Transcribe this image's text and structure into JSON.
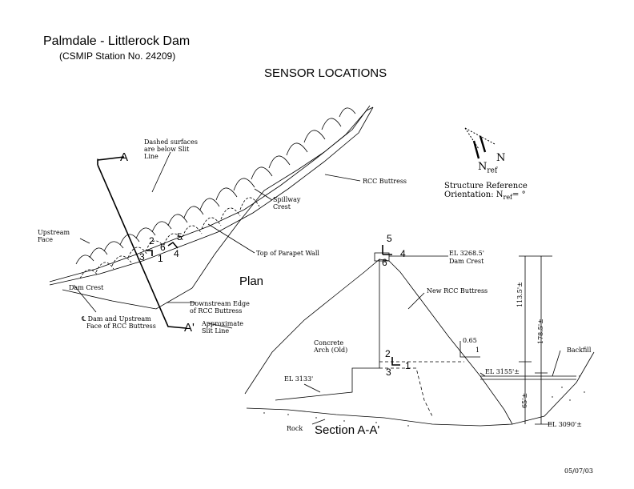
{
  "header": {
    "title": "Palmdale - Littlerock Dam",
    "station": "(CSMIP Station No. 24209)",
    "heading": "SENSOR LOCATIONS"
  },
  "plan": {
    "view_label": "Plan",
    "section_mark_top": "A",
    "section_mark_bottom": "A'",
    "dashed_note_1": "Dashed surfaces",
    "dashed_note_2": "are below Slit",
    "dashed_note_3": "Line",
    "upstream_1": "Upstream",
    "upstream_2": "Face",
    "dam_crest": "Dam Crest",
    "cl_1": "℄ Dam and Upstream",
    "cl_2": "Face of RCC Buttress",
    "downstream_1": "Downstream Edge",
    "downstream_2": "of RCC Buttress",
    "slit_1": "Approximate",
    "slit_2": "Slit Line",
    "parapet": "Top of Parapet Wall",
    "spillway_1": "Spillway",
    "spillway_2": "Crest",
    "rcc_buttress": "RCC Buttress",
    "sensors": [
      "2",
      "5",
      "6",
      "3",
      "1",
      "4"
    ]
  },
  "orientation": {
    "n": "N",
    "nref": "N",
    "ref_sub": "ref",
    "line1": "Structure Reference",
    "line2_prefix": "Orientation: N",
    "line2_sub": "ref",
    "line2_suffix": "= °"
  },
  "section": {
    "view_label": "Section A-A'",
    "el_crest": "EL 3268.5'",
    "dam_crest": "Dam Crest",
    "new_rcc": "New RCC Buttress",
    "concrete_1": "Concrete",
    "concrete_2": "Arch (Old)",
    "el_3133": "EL 3133'",
    "slope_top": "0.65",
    "slope_side": "1",
    "el_3155": "EL 3155'±",
    "backfill": "Backfill",
    "rock": "Rock",
    "el_3090": "EL 3090'±",
    "dim_113": "113.5'±",
    "dim_178": "178.5'±",
    "dim_65": "65'±",
    "sensors": [
      "5",
      "4",
      "6",
      "2",
      "1",
      "3"
    ]
  },
  "date": "05/07/03"
}
